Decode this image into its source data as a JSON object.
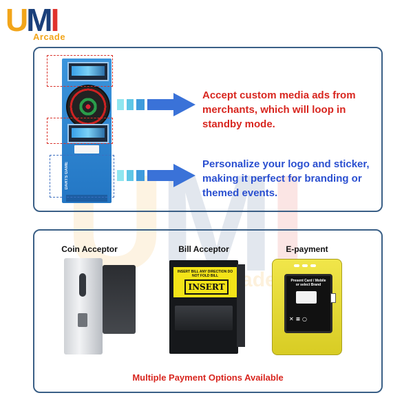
{
  "brand": {
    "logo_u": "U",
    "logo_m": "M",
    "logo_i": "I",
    "logo_sub": "Arcade",
    "colors": {
      "orange": "#f2a51a",
      "navy": "#1a3f7a",
      "red": "#e0322c"
    }
  },
  "features": {
    "ads_text": "Accept custom media ads from merchants, which will loop in standby mode.",
    "brand_text": "Personalize your logo and sticker, making it perfect for branding or themed events.",
    "machine_label": "DARTS GAME"
  },
  "payment": {
    "options": [
      {
        "label": "Coin Acceptor"
      },
      {
        "label": "Bill Acceptor"
      },
      {
        "label": "E-payment"
      }
    ],
    "bill_sticker_top": "INSERT BILL ANY DIRECTION DO NOT FOLD BILL",
    "bill_sticker_main": "INSERT",
    "epay_screen_text": "Present Card / Mobile or select Brand",
    "epay_keys": "✕ ≡ ○",
    "footer": "Multiple Payment Options Available"
  },
  "colors": {
    "accent_red": "#d8261f",
    "accent_blue": "#2a4fd0",
    "panel_border": "#3a5f86"
  }
}
